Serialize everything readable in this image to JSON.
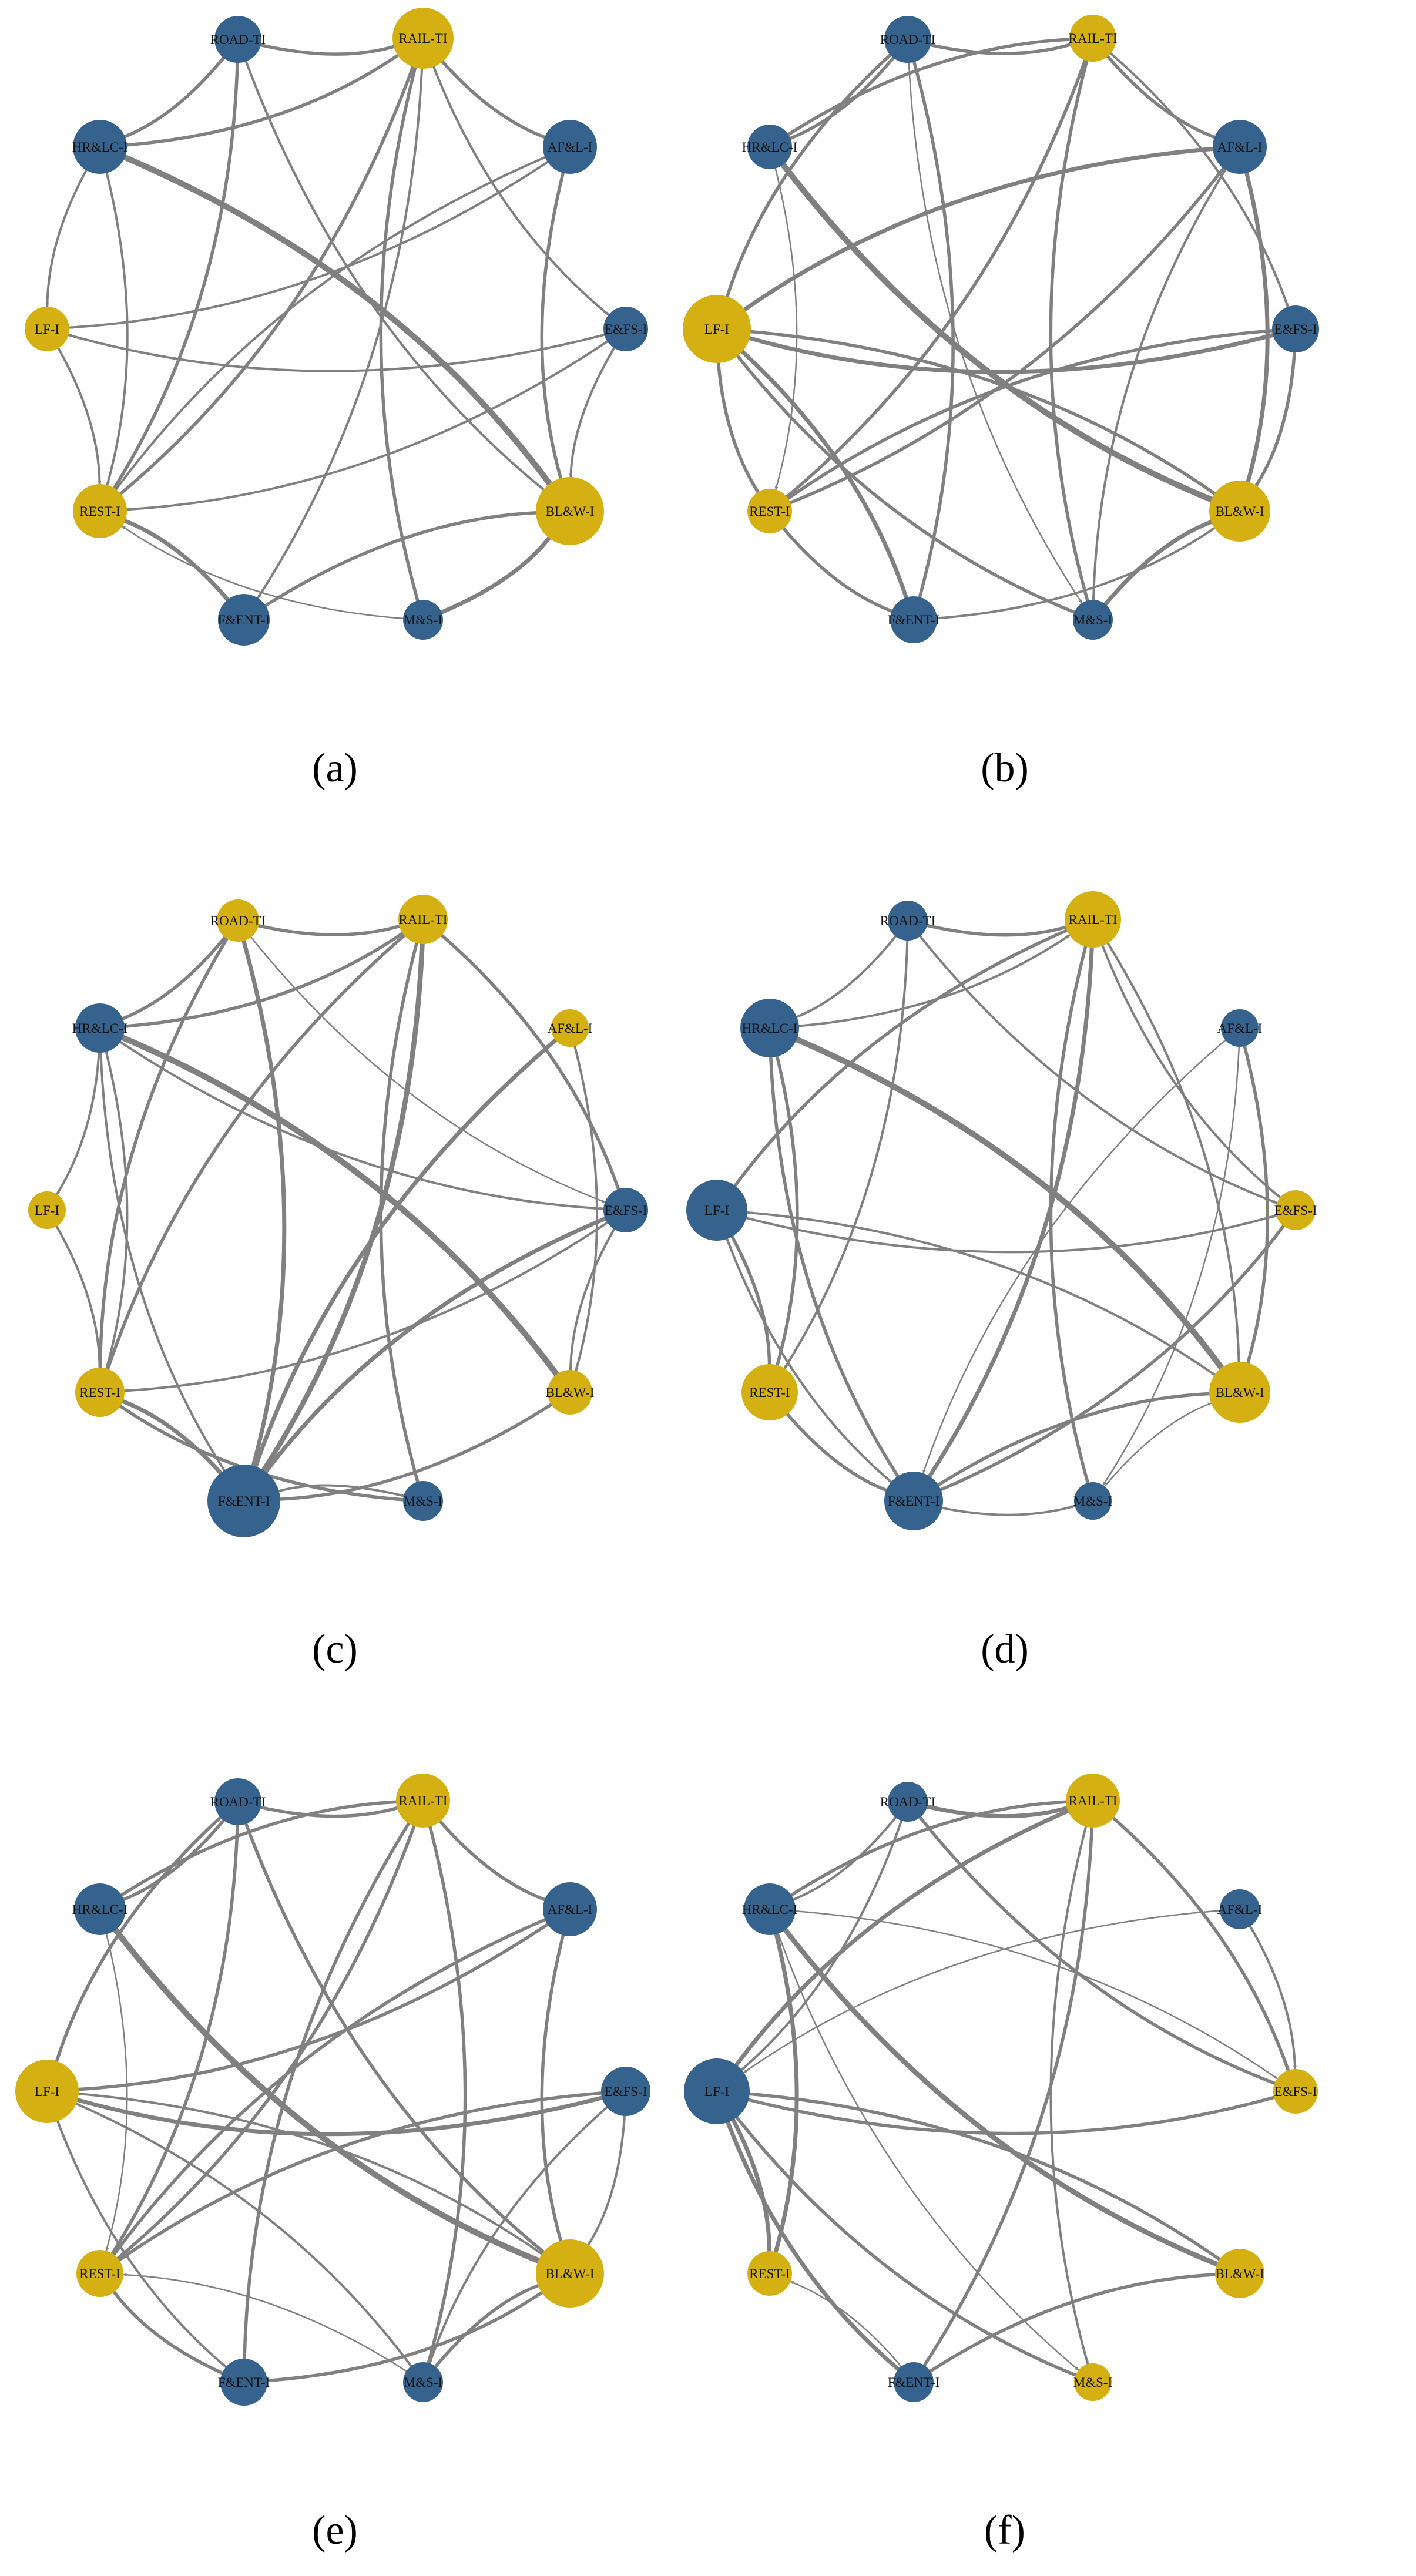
{
  "colors": {
    "blue": "#36638e",
    "gold": "#d4b012",
    "edge": "#808080"
  },
  "node_names": [
    "ROAD-TI",
    "RAIL-TI",
    "AF&L-I",
    "E&FS-I",
    "BL&W-I",
    "M&S-I",
    "F&ENT-I",
    "REST-I",
    "LF-I",
    "HR&LC-I"
  ],
  "panels": [
    {
      "id": "a",
      "caption": "(a)",
      "nodes": [
        {
          "label": "ROAD-TI",
          "color": "blue",
          "size": 1.0
        },
        {
          "label": "RAIL-TI",
          "color": "gold",
          "size": 1.3
        },
        {
          "label": "AF&L-I",
          "color": "blue",
          "size": 1.15
        },
        {
          "label": "E&FS-I",
          "color": "blue",
          "size": 0.95
        },
        {
          "label": "BL&W-I",
          "color": "gold",
          "size": 1.45
        },
        {
          "label": "M&S-I",
          "color": "blue",
          "size": 0.85
        },
        {
          "label": "F&ENT-I",
          "color": "blue",
          "size": 1.1
        },
        {
          "label": "REST-I",
          "color": "gold",
          "size": 1.15
        },
        {
          "label": "LF-I",
          "color": "gold",
          "size": 0.95
        },
        {
          "label": "HR&LC-I",
          "color": "blue",
          "size": 1.15
        }
      ],
      "edges": [
        [
          0,
          1,
          3
        ],
        [
          0,
          9,
          3
        ],
        [
          9,
          1,
          3
        ],
        [
          0,
          7,
          3
        ],
        [
          0,
          4,
          2
        ],
        [
          9,
          4,
          6
        ],
        [
          9,
          8,
          2
        ],
        [
          9,
          7,
          2
        ],
        [
          1,
          2,
          3
        ],
        [
          1,
          7,
          3
        ],
        [
          1,
          5,
          3
        ],
        [
          1,
          6,
          2
        ],
        [
          2,
          4,
          3
        ],
        [
          2,
          8,
          2
        ],
        [
          2,
          7,
          2
        ],
        [
          3,
          8,
          2
        ],
        [
          3,
          4,
          2
        ],
        [
          3,
          7,
          2
        ],
        [
          1,
          3,
          2
        ],
        [
          6,
          4,
          3
        ],
        [
          5,
          4,
          4
        ],
        [
          5,
          7,
          1
        ],
        [
          6,
          7,
          4
        ],
        [
          8,
          7,
          2
        ],
        [
          9,
          8,
          1
        ]
      ]
    },
    {
      "id": "b",
      "caption": "(b)",
      "nodes": [
        {
          "label": "ROAD-TI",
          "color": "blue",
          "size": 1.0
        },
        {
          "label": "RAIL-TI",
          "color": "gold",
          "size": 1.0
        },
        {
          "label": "AF&L-I",
          "color": "blue",
          "size": 1.15
        },
        {
          "label": "E&FS-I",
          "color": "blue",
          "size": 1.0
        },
        {
          "label": "BL&W-I",
          "color": "gold",
          "size": 1.3
        },
        {
          "label": "M&S-I",
          "color": "blue",
          "size": 0.85
        },
        {
          "label": "F&ENT-I",
          "color": "blue",
          "size": 1.0
        },
        {
          "label": "REST-I",
          "color": "gold",
          "size": 0.95
        },
        {
          "label": "LF-I",
          "color": "gold",
          "size": 1.45
        },
        {
          "label": "HR&LC-I",
          "color": "blue",
          "size": 0.95
        }
      ],
      "edges": [
        [
          0,
          1,
          3
        ],
        [
          0,
          9,
          3
        ],
        [
          0,
          8,
          3
        ],
        [
          0,
          6,
          3
        ],
        [
          0,
          5,
          1
        ],
        [
          9,
          1,
          3
        ],
        [
          9,
          4,
          6
        ],
        [
          9,
          7,
          1
        ],
        [
          1,
          2,
          3
        ],
        [
          1,
          7,
          3
        ],
        [
          1,
          5,
          3
        ],
        [
          2,
          4,
          4
        ],
        [
          2,
          8,
          4
        ],
        [
          2,
          7,
          3
        ],
        [
          2,
          5,
          2
        ],
        [
          3,
          8,
          4
        ],
        [
          3,
          7,
          3
        ],
        [
          3,
          4,
          3
        ],
        [
          8,
          7,
          3
        ],
        [
          8,
          6,
          4
        ],
        [
          8,
          5,
          3
        ],
        [
          8,
          4,
          3
        ],
        [
          6,
          4,
          2
        ],
        [
          5,
          4,
          4
        ],
        [
          7,
          6,
          3
        ],
        [
          1,
          3,
          2
        ]
      ]
    },
    {
      "id": "c",
      "caption": "(c)",
      "nodes": [
        {
          "label": "ROAD-TI",
          "color": "gold",
          "size": 0.9
        },
        {
          "label": "RAIL-TI",
          "color": "gold",
          "size": 1.05
        },
        {
          "label": "AF&L-I",
          "color": "gold",
          "size": 0.8
        },
        {
          "label": "E&FS-I",
          "color": "blue",
          "size": 0.95
        },
        {
          "label": "BL&W-I",
          "color": "gold",
          "size": 0.95
        },
        {
          "label": "M&S-I",
          "color": "blue",
          "size": 0.85
        },
        {
          "label": "F&ENT-I",
          "color": "blue",
          "size": 1.55
        },
        {
          "label": "REST-I",
          "color": "gold",
          "size": 1.05
        },
        {
          "label": "LF-I",
          "color": "gold",
          "size": 0.8
        },
        {
          "label": "HR&LC-I",
          "color": "blue",
          "size": 1.05
        }
      ],
      "edges": [
        [
          0,
          1,
          3
        ],
        [
          0,
          9,
          3
        ],
        [
          0,
          7,
          3
        ],
        [
          0,
          6,
          4
        ],
        [
          9,
          1,
          3
        ],
        [
          9,
          4,
          6
        ],
        [
          9,
          3,
          2
        ],
        [
          9,
          8,
          2
        ],
        [
          9,
          6,
          2
        ],
        [
          9,
          7,
          2
        ],
        [
          1,
          7,
          3
        ],
        [
          1,
          6,
          5
        ],
        [
          1,
          5,
          3
        ],
        [
          1,
          3,
          3
        ],
        [
          2,
          6,
          4
        ],
        [
          2,
          4,
          2
        ],
        [
          3,
          6,
          4
        ],
        [
          3,
          7,
          2
        ],
        [
          3,
          4,
          2
        ],
        [
          4,
          6,
          3
        ],
        [
          5,
          6,
          2
        ],
        [
          5,
          7,
          3
        ],
        [
          6,
          7,
          4
        ],
        [
          8,
          7,
          2
        ],
        [
          0,
          3,
          1
        ]
      ]
    },
    {
      "id": "d",
      "caption": "(d)",
      "nodes": [
        {
          "label": "ROAD-TI",
          "color": "blue",
          "size": 0.85
        },
        {
          "label": "RAIL-TI",
          "color": "gold",
          "size": 1.2
        },
        {
          "label": "AF&L-I",
          "color": "blue",
          "size": 0.8
        },
        {
          "label": "E&FS-I",
          "color": "gold",
          "size": 0.85
        },
        {
          "label": "BL&W-I",
          "color": "gold",
          "size": 1.3
        },
        {
          "label": "M&S-I",
          "color": "blue",
          "size": 0.8
        },
        {
          "label": "F&ENT-I",
          "color": "blue",
          "size": 1.25
        },
        {
          "label": "REST-I",
          "color": "gold",
          "size": 1.2
        },
        {
          "label": "LF-I",
          "color": "blue",
          "size": 1.3
        },
        {
          "label": "HR&LC-I",
          "color": "blue",
          "size": 1.25
        }
      ],
      "edges": [
        [
          0,
          1,
          3
        ],
        [
          0,
          9,
          2
        ],
        [
          0,
          3,
          2
        ],
        [
          0,
          7,
          2
        ],
        [
          9,
          1,
          2
        ],
        [
          9,
          4,
          6
        ],
        [
          9,
          6,
          3
        ],
        [
          9,
          7,
          3
        ],
        [
          1,
          8,
          3
        ],
        [
          1,
          6,
          4
        ],
        [
          1,
          5,
          3
        ],
        [
          1,
          4,
          2
        ],
        [
          1,
          3,
          2
        ],
        [
          2,
          4,
          3
        ],
        [
          2,
          6,
          1
        ],
        [
          2,
          5,
          1
        ],
        [
          8,
          3,
          2
        ],
        [
          8,
          4,
          2
        ],
        [
          8,
          6,
          2
        ],
        [
          8,
          7,
          3
        ],
        [
          6,
          3,
          3
        ],
        [
          6,
          4,
          3
        ],
        [
          6,
          5,
          2
        ],
        [
          5,
          4,
          1
        ],
        [
          7,
          6,
          3
        ]
      ]
    },
    {
      "id": "e",
      "caption": "(e)",
      "nodes": [
        {
          "label": "ROAD-TI",
          "color": "blue",
          "size": 1.0
        },
        {
          "label": "RAIL-TI",
          "color": "gold",
          "size": 1.15
        },
        {
          "label": "AF&L-I",
          "color": "blue",
          "size": 1.15
        },
        {
          "label": "E&FS-I",
          "color": "blue",
          "size": 1.05
        },
        {
          "label": "BL&W-I",
          "color": "gold",
          "size": 1.45
        },
        {
          "label": "M&S-I",
          "color": "blue",
          "size": 0.85
        },
        {
          "label": "F&ENT-I",
          "color": "blue",
          "size": 1.0
        },
        {
          "label": "REST-I",
          "color": "gold",
          "size": 1.0
        },
        {
          "label": "LF-I",
          "color": "gold",
          "size": 1.35
        },
        {
          "label": "HR&LC-I",
          "color": "blue",
          "size": 1.1
        }
      ],
      "edges": [
        [
          0,
          1,
          3
        ],
        [
          0,
          9,
          3
        ],
        [
          0,
          8,
          3
        ],
        [
          0,
          7,
          3
        ],
        [
          0,
          4,
          3
        ],
        [
          9,
          1,
          3
        ],
        [
          9,
          4,
          6
        ],
        [
          9,
          7,
          1
        ],
        [
          1,
          2,
          3
        ],
        [
          1,
          7,
          3
        ],
        [
          1,
          6,
          3
        ],
        [
          1,
          5,
          3
        ],
        [
          2,
          4,
          3
        ],
        [
          2,
          8,
          3
        ],
        [
          2,
          7,
          3
        ],
        [
          3,
          8,
          4
        ],
        [
          3,
          7,
          3
        ],
        [
          3,
          4,
          2
        ],
        [
          3,
          5,
          2
        ],
        [
          8,
          4,
          2
        ],
        [
          8,
          6,
          2
        ],
        [
          8,
          5,
          2
        ],
        [
          6,
          4,
          3
        ],
        [
          5,
          4,
          3
        ],
        [
          5,
          7,
          1
        ],
        [
          6,
          7,
          3
        ]
      ]
    },
    {
      "id": "f",
      "caption": "(f)",
      "nodes": [
        {
          "label": "ROAD-TI",
          "color": "blue",
          "size": 0.85
        },
        {
          "label": "RAIL-TI",
          "color": "gold",
          "size": 1.15
        },
        {
          "label": "AF&L-I",
          "color": "blue",
          "size": 0.85
        },
        {
          "label": "E&FS-I",
          "color": "gold",
          "size": 0.95
        },
        {
          "label": "BL&W-I",
          "color": "gold",
          "size": 1.05
        },
        {
          "label": "M&S-I",
          "color": "gold",
          "size": 0.8
        },
        {
          "label": "F&ENT-I",
          "color": "blue",
          "size": 0.85
        },
        {
          "label": "REST-I",
          "color": "gold",
          "size": 0.95
        },
        {
          "label": "LF-I",
          "color": "blue",
          "size": 1.4
        },
        {
          "label": "HR&LC-I",
          "color": "blue",
          "size": 1.1
        }
      ],
      "edges": [
        [
          0,
          1,
          4
        ],
        [
          0,
          9,
          2
        ],
        [
          0,
          3,
          3
        ],
        [
          9,
          1,
          3
        ],
        [
          9,
          4,
          5
        ],
        [
          9,
          7,
          4
        ],
        [
          9,
          5,
          1
        ],
        [
          9,
          3,
          1
        ],
        [
          1,
          8,
          4
        ],
        [
          1,
          6,
          3
        ],
        [
          1,
          5,
          2
        ],
        [
          1,
          3,
          3
        ],
        [
          2,
          8,
          1
        ],
        [
          2,
          3,
          2
        ],
        [
          8,
          3,
          3
        ],
        [
          8,
          4,
          3
        ],
        [
          8,
          6,
          4
        ],
        [
          8,
          7,
          4
        ],
        [
          8,
          5,
          3
        ],
        [
          6,
          4,
          3
        ],
        [
          6,
          7,
          1
        ],
        [
          0,
          8,
          2
        ]
      ]
    }
  ]
}
